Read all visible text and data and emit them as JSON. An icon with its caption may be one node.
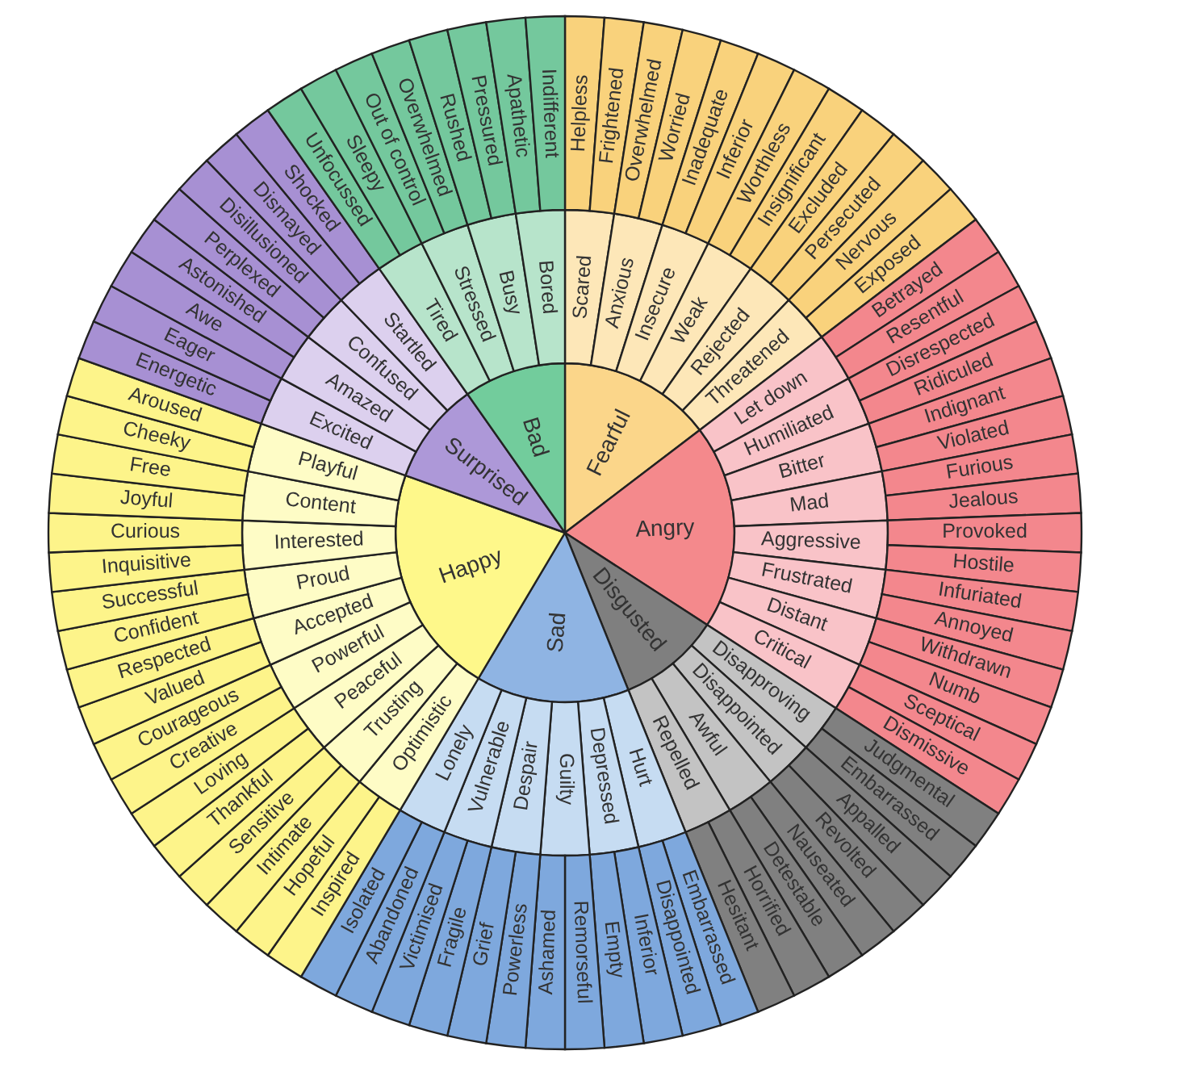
{
  "diagram": {
    "nodes": [
      {
        "text": [
          "Fearful"
        ]
      },
      {
        "text": [
          "Angry"
        ]
      },
      {
        "text": [
          "Disgusted"
        ]
      },
      {
        "text": [
          "Sad"
        ]
      },
      {
        "text": [
          "Happy"
        ]
      },
      {
        "text": [
          "Surprised"
        ]
      },
      {
        "text": [
          "Bad"
        ]
      },
      {
        "text": [
          "Scared"
        ]
      },
      {
        "text": [
          "Anxious"
        ]
      },
      {
        "text": [
          "Insecure"
        ]
      },
      {
        "text": [
          "Weak"
        ]
      },
      {
        "text": [
          "Rejected"
        ]
      },
      {
        "text": [
          "Threatened"
        ]
      },
      {
        "text": [
          "Let down"
        ]
      },
      {
        "text": [
          "Humiliated"
        ]
      },
      {
        "text": [
          "Bitter"
        ]
      },
      {
        "text": [
          "Mad"
        ]
      },
      {
        "text": [
          "Aggressive"
        ]
      },
      {
        "text": [
          "Frustrated"
        ]
      },
      {
        "text": [
          "Distant"
        ]
      },
      {
        "text": [
          "Critical"
        ]
      },
      {
        "text": [
          "Disapproving"
        ]
      },
      {
        "text": [
          "Disappointed"
        ]
      },
      {
        "text": [
          "Awful"
        ]
      },
      {
        "text": [
          "Repelled"
        ]
      },
      {
        "text": [
          "Hurt"
        ]
      },
      {
        "text": [
          "Depressed"
        ]
      },
      {
        "text": [
          "Guilty"
        ]
      },
      {
        "text": [
          "Despair"
        ]
      },
      {
        "text": [
          "Vulnerable"
        ]
      },
      {
        "text": [
          "Lonely"
        ]
      },
      {
        "text": [
          "Optimistic"
        ]
      },
      {
        "text": [
          "Trusting"
        ]
      },
      {
        "text": [
          "Peaceful"
        ]
      },
      {
        "text": [
          "Powerful"
        ]
      },
      {
        "text": [
          "Accepted"
        ]
      },
      {
        "text": [
          "Proud"
        ]
      },
      {
        "text": [
          "Interested"
        ]
      },
      {
        "text": [
          "Content"
        ]
      },
      {
        "text": [
          "Playful"
        ]
      },
      {
        "text": [
          "Excited"
        ]
      },
      {
        "text": [
          "Amazed"
        ]
      },
      {
        "text": [
          "Confused"
        ]
      },
      {
        "text": [
          "Startled"
        ]
      },
      {
        "text": [
          "Tired"
        ]
      },
      {
        "text": [
          "Stressed"
        ]
      },
      {
        "text": [
          "Busy"
        ]
      },
      {
        "text": [
          "Bored"
        ]
      },
      {
        "text": [
          "Helpless"
        ]
      },
      {
        "text": [
          "Frightened"
        ]
      },
      {
        "text": [
          "Overwhelmed"
        ]
      },
      {
        "text": [
          "Worried"
        ]
      },
      {
        "text": [
          "Inadequate"
        ]
      },
      {
        "text": [
          "Inferior"
        ]
      },
      {
        "text": [
          "Worthless"
        ]
      },
      {
        "text": [
          "Insignificant"
        ]
      },
      {
        "text": [
          "Excluded"
        ]
      },
      {
        "text": [
          "Persecuted"
        ]
      },
      {
        "text": [
          "Nervous"
        ]
      },
      {
        "text": [
          "Exposed"
        ]
      },
      {
        "text": [
          "Betrayed"
        ]
      },
      {
        "text": [
          "Resentful"
        ]
      },
      {
        "text": [
          "Disrespected"
        ]
      },
      {
        "text": [
          "Ridiculed"
        ]
      },
      {
        "text": [
          "Indignant"
        ]
      },
      {
        "text": [
          "Violated"
        ]
      },
      {
        "text": [
          "Furious"
        ]
      },
      {
        "text": [
          "Jealous"
        ]
      },
      {
        "text": [
          "Provoked"
        ]
      },
      {
        "text": [
          "Hostile"
        ]
      },
      {
        "text": [
          "Infuriated"
        ]
      },
      {
        "text": [
          "Annoyed"
        ]
      },
      {
        "text": [
          "Withdrawn"
        ]
      },
      {
        "text": [
          "Numb"
        ]
      },
      {
        "text": [
          "Sceptical"
        ]
      },
      {
        "text": [
          "Dismissive"
        ]
      },
      {
        "text": [
          "Judgmental"
        ]
      },
      {
        "text": [
          "Embarrassed"
        ]
      },
      {
        "text": [
          "Appalled"
        ]
      },
      {
        "text": [
          "Revolted"
        ]
      },
      {
        "text": [
          "Nauseated"
        ]
      },
      {
        "text": [
          "Detestable"
        ]
      },
      {
        "text": [
          "Horrified"
        ]
      },
      {
        "text": [
          "Hesitant"
        ]
      },
      {
        "text": [
          "Embarrassed"
        ]
      },
      {
        "text": [
          "Disappointed"
        ]
      },
      {
        "text": [
          "Inferior"
        ]
      },
      {
        "text": [
          "Empty"
        ]
      },
      {
        "text": [
          "Remorseful"
        ]
      },
      {
        "text": [
          "Ashamed"
        ]
      },
      {
        "text": [
          "Powerless"
        ]
      },
      {
        "text": [
          "Grief"
        ]
      },
      {
        "text": [
          "Fragile"
        ]
      },
      {
        "text": [
          "Victimised"
        ]
      },
      {
        "text": [
          "Abandoned"
        ]
      },
      {
        "text": [
          "Isolated"
        ]
      },
      {
        "text": [
          "Inspired"
        ]
      },
      {
        "text": [
          "Hopeful"
        ]
      },
      {
        "text": [
          "Intimate"
        ]
      },
      {
        "text": [
          "Sensitive"
        ]
      },
      {
        "text": [
          "Thankful"
        ]
      },
      {
        "text": [
          "Loving"
        ]
      },
      {
        "text": [
          "Creative"
        ]
      },
      {
        "text": [
          "Courageous"
        ]
      },
      {
        "text": [
          "Valued"
        ]
      },
      {
        "text": [
          "Respected"
        ]
      },
      {
        "text": [
          "Confident"
        ]
      },
      {
        "text": [
          "Successful"
        ]
      },
      {
        "text": [
          "Inquisitive"
        ]
      },
      {
        "text": [
          "Curious"
        ]
      },
      {
        "text": [
          "Joyful"
        ]
      },
      {
        "text": [
          "Free"
        ]
      },
      {
        "text": [
          "Cheeky"
        ]
      },
      {
        "text": [
          "Aroused"
        ]
      },
      {
        "text": [
          "Energetic"
        ]
      },
      {
        "text": [
          "Eager"
        ]
      },
      {
        "text": [
          "Awe"
        ]
      },
      {
        "text": [
          "Astonished"
        ]
      },
      {
        "text": [
          "Perplexed"
        ]
      },
      {
        "text": [
          "Disillusioned"
        ]
      },
      {
        "text": [
          "Dismayed"
        ]
      },
      {
        "text": [
          "Shocked"
        ]
      },
      {
        "text": [
          "Unfocussed"
        ]
      },
      {
        "text": [
          "Sleepy"
        ]
      },
      {
        "text": [
          "Out of control"
        ]
      },
      {
        "text": [
          "Overwhelmed"
        ]
      },
      {
        "text": [
          "Rushed"
        ]
      },
      {
        "text": [
          "Pressured"
        ]
      },
      {
        "text": [
          "Apathetic"
        ]
      },
      {
        "text": [
          "Indifferent"
        ]
      }
    ]
  }
}
